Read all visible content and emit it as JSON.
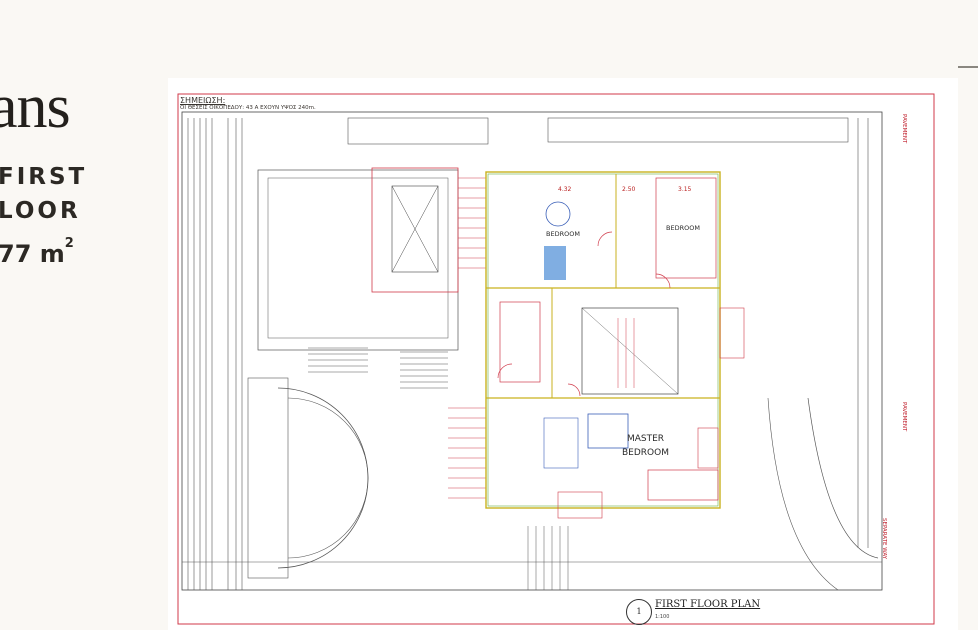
{
  "heading_fragment": "ans",
  "floor_label": {
    "line1": "FIRST",
    "line2": "LOOR"
  },
  "area": {
    "value": "77 m",
    "unit_exp": "2"
  },
  "plan": {
    "note_title": "ΣΗΜΕΙΩΣΗ:",
    "note_body": "ΟΙ ΘΕΣΕΙΣ ΟΙΚΟΠΕΔΟΥ: 43 Α ΕΧΟΥΝ ΥΨΟΣ 240m.",
    "rooms": {
      "bedroom1": "BEDROOM",
      "bedroom2": "BEDROOM",
      "master": [
        "MASTER",
        "BEDROOM"
      ]
    },
    "dims": [
      "4.32",
      "2.50",
      "3.15"
    ],
    "side_labels": [
      "PAVEMENT",
      "PAVEMENT",
      "SEPARATE WAY"
    ],
    "drawing_number": "1",
    "title": "FIRST FLOOR PLAN",
    "scale": "1:100"
  }
}
